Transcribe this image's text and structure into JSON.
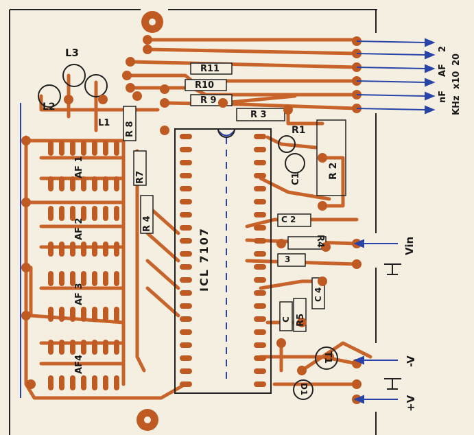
{
  "labels": {
    "L3": "L3",
    "L2": "L2",
    "L1": "L1",
    "R1": "R1",
    "R2": "R 2",
    "R3": "R 3",
    "R4": "R4",
    "R5": "R5",
    "R6": "R 4",
    "R7": "R7",
    "R8": "R 8",
    "R9": "R 9",
    "R10": "R10",
    "R11": "R11",
    "C1": "C1",
    "C2": "C 2",
    "C3": "3",
    "C4": "C 4",
    "C5": "C",
    "T1": "T1",
    "D1": "D1",
    "AF1": "AF 1",
    "AF2": "AF 2",
    "AF3": "AF 3",
    "AF4": "AF4",
    "IC": "ICL 7107"
  },
  "edge_labels": {
    "out_2": "2",
    "out_af": "AF",
    "out_nf": "nF",
    "out_20": "20",
    "out_x10": "x10",
    "out_khz": "KHz",
    "vin": "Vin",
    "minus_v": "-V",
    "plus_v": "+V"
  },
  "colors": {
    "board": "#f4efe0",
    "trace": "#c8642a",
    "pad": "#c05a23",
    "ink": "#1a1a1a",
    "jumper": "#2844a8"
  }
}
